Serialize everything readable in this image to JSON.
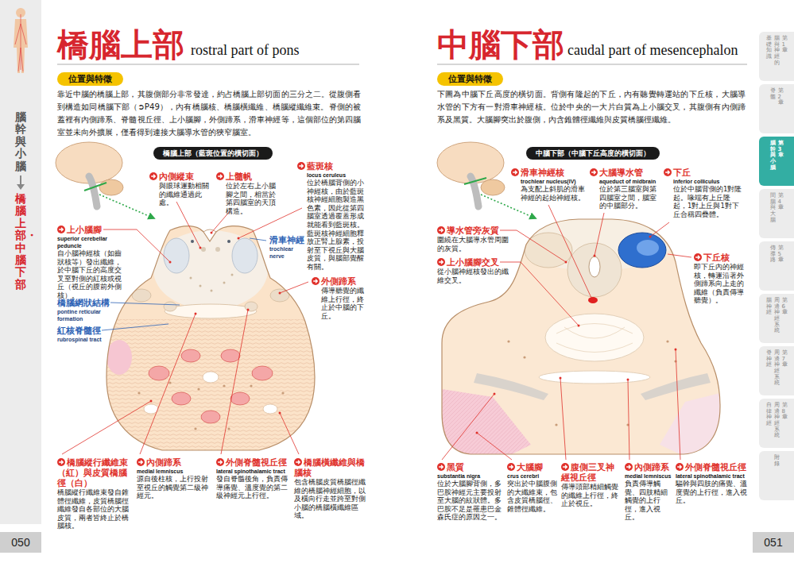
{
  "diagram": {
    "nodes": [
      {
        "text": [
          "位置與特徵"
        ]
      },
      {
        "text": [
          "橋腦上部（藍斑位置的橫切面）"
        ]
      },
      {
        "text": [
          "位置與特徵"
        ]
      },
      {
        "text": [
          "中腦下部（中腦下丘高度的橫切面）"
        ]
      },
      {
        "text": [
          "050"
        ]
      },
      {
        "text": [
          "051"
        ]
      },
      {
        "text": [
          "腦幹與小腦",
          "橋腦上部・中腦下部"
        ]
      },
      {
        "text": [
          "第1章",
          "腦與神經的",
          "基礎知識"
        ]
      },
      {
        "text": [
          "第2章",
          "脊髓"
        ]
      },
      {
        "text": [
          "第3章",
          "腦幹與小腦"
        ]
      },
      {
        "text": [
          "第4章",
          "間腦與大腦"
        ]
      },
      {
        "text": [
          "第5章",
          "傳導路"
        ]
      },
      {
        "text": [
          "第6章",
          "周邊神經系統",
          "腦神經"
        ]
      },
      {
        "text": [
          "第7章",
          "周邊神經系統",
          "脊神經"
        ]
      },
      {
        "text": [
          "第8章",
          "周邊神經系統",
          "自律神經"
        ]
      },
      {
        "text": [
          "附錄"
        ]
      }
    ],
    "labels": [
      "橋腦上部",
      "rostral part of pons",
      "靠近中腦的橋腦上部，其腹側部分非常發達，約占橋腦上部切面的三分之二。從腹側看到構造如同橋腦下部（➲P49），內有橋腦核、橋腦橫纖維、橋腦縱纖維束。脊側的被蓋裡有內側蹄系、脊髓視丘徑、上小腦腳，外側蹄系，滑車神經等，這個部位的第四腦室並未向外擴展，僅看得到連接大腦導水管的狹窄腦室。",
      "內側縱束",
      "與眼球運動相關的纖維通過此處。",
      "上髓帆",
      "位於左右上小腦腳之間，相當於第四腦室的天頂構造。",
      "藍斑核",
      "locus ceruleus",
      "位於橋腦背側的小神經核，由於藍斑核神經細胞製造黑色素，因此從第四腦室透過覆蓋形成就能看到藍斑核。藍斑核神經細胞釋放正腎上腺素，投射至下視丘與大腦皮質，與腦部覺醒有關。",
      "滑車神經",
      "trochlear nerve",
      "上小腦腳",
      "superior cerebellar peduncle",
      "自小腦神經核（如齒狀核等）發出纖維，於中腦下丘的高度交叉至對側的紅核或視丘（視丘的腹前外側核）。",
      "外側蹄系",
      "傳導聽覺的纖維上行徑，終止於中腦的下丘。",
      "橋腦網狀結構",
      "pontine reticular formation",
      "紅核脊髓徑",
      "rubrospinal tract",
      "橋腦縱行纖維束（紅）與皮質橋腦徑（白）",
      "橋腦縱行纖維束發自錐體徑纖維，皮質橋腦徑纖維發自各部位的大腦皮質，兩者皆終止於橋腦核。",
      "內側蹄系",
      "medial lemniscus",
      "源自後柱核，上行投射至視丘的觸覺第二級神經元。",
      "外側脊髓視丘徑",
      "lateral spinothalamic tract",
      "發自脊髓後角，負責傳導痛覺、溫度覺的第二級神經元上行徑。",
      "橋腦橫纖維與橋腦核",
      "包含橋腦皮質橋腦徑纖維的橋腦神經細胞，以及橫向行走並跨至對側小腦的橋腦橫纖維區域。",
      "中腦下部",
      "caudal part of mesencephalon",
      "下圖為中腦下丘高度的橫切面。背側有隆起的下丘，內有聽覺轉運站的下丘核，大腦導水管的下方有一對滑車神經核。位於中央的一大片白質為上小腦交叉，其腹側有內側蹄系及黑質。大腦腳突出於腹側，內含錐體徑纖維與皮質橋腦徑纖維。",
      "滑車神經核",
      "trochlear nucleus(IV)",
      "為支配上斜肌的滑車神經的起始神經核。",
      "大腦導水管",
      "aqueduct of midbrain",
      "位於第三腦室與第四腦室之間，腦室的中腦部分。",
      "下丘",
      "inferior colliculus",
      "位於中腦背側的1對隆起。喙端有上丘隆起，1對上丘與1對下丘合稱四疊體。",
      "導水管旁灰質",
      "圍繞在大腦導水管周圍的灰質。",
      "上小腦腳交叉",
      "從小腦神經核發出的纖維交叉。",
      "下丘核",
      "即下丘內的神經核，轉運沿著外側蹄系向上走的纖維（負責傳導聽覺）。",
      "黑質",
      "substantia nigra",
      "位於大腦腳背側，多巴胺神經元主要投射至大腦的紋狀體。多巴胺不足是罹患巴金森氏症的原因之一。",
      "大腦腳",
      "crus cerebri",
      "突出於中腦腹側的大纖維束，包含皮質橋腦徑、錐體徑纖維。",
      "腹側三叉神經視丘徑",
      "傳導頭部精細觸覺的纖維上行徑，終止於視丘。",
      "內側蹄系",
      "medial lemniscus",
      "負責傳導觸覺、四肢精細觸覺的上行徑，進入視丘。",
      "外側脊髓視丘徑",
      "lateral spinothalamic tract",
      "驅幹與四肢的痛覺、溫度覺的上行徑，進入視丘。"
    ]
  }
}
